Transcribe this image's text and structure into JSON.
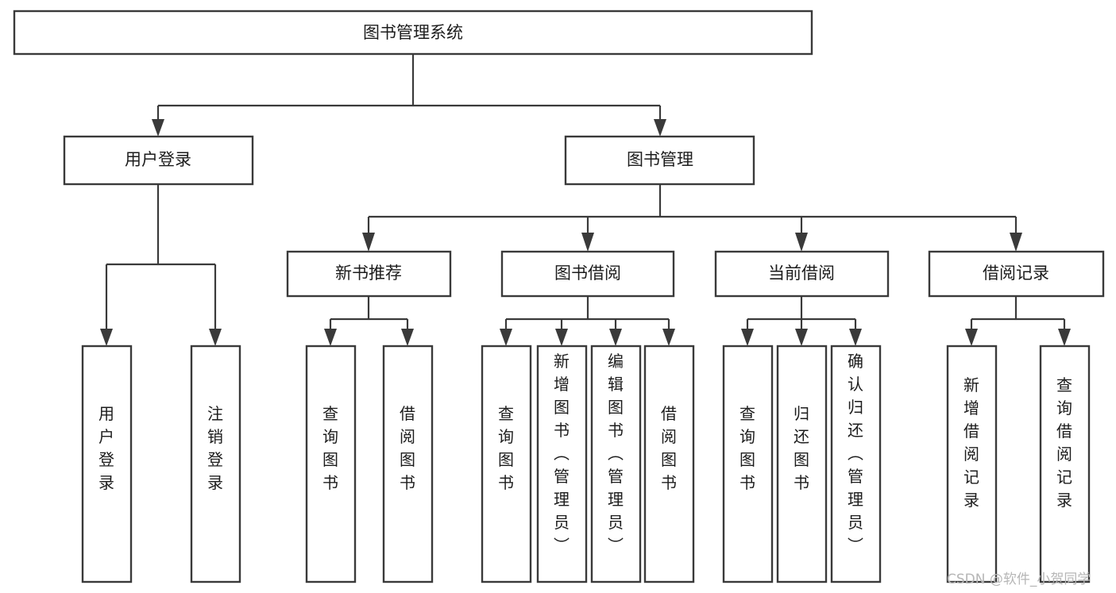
{
  "diagram": {
    "title": "图书管理系统",
    "type": "function-structure-tree",
    "orientation": "top-down",
    "background_color": "#ffffff",
    "box_stroke_color": "#3a3a3a",
    "box_fill_color": "#ffffff",
    "text_color": "#1c1c1c",
    "connector_color": "#3a3a3a",
    "levels": [
      {
        "level": 1,
        "nodes": [
          {
            "id": "root",
            "label": "图书管理系统",
            "text_orientation": "horizontal"
          }
        ]
      },
      {
        "level": 2,
        "nodes": [
          {
            "id": "user-login",
            "label": "用户登录",
            "text_orientation": "horizontal",
            "parent": "root"
          },
          {
            "id": "book-manage",
            "label": "图书管理",
            "text_orientation": "horizontal",
            "parent": "root"
          }
        ]
      },
      {
        "level": 3,
        "nodes": [
          {
            "id": "new-book-rec",
            "label": "新书推荐",
            "text_orientation": "horizontal",
            "parent": "book-manage"
          },
          {
            "id": "book-borrow",
            "label": "图书借阅",
            "text_orientation": "horizontal",
            "parent": "book-manage"
          },
          {
            "id": "current-borrow",
            "label": "当前借阅",
            "text_orientation": "horizontal",
            "parent": "book-manage"
          },
          {
            "id": "borrow-record",
            "label": "借阅记录",
            "text_orientation": "horizontal",
            "parent": "book-manage"
          }
        ]
      },
      {
        "level": 4,
        "nodes": [
          {
            "id": "leaf-user-login",
            "label": "用户登录",
            "text_orientation": "vertical",
            "parent": "user-login"
          },
          {
            "id": "leaf-logout",
            "label": "注销登录",
            "text_orientation": "vertical",
            "parent": "user-login"
          },
          {
            "id": "leaf-query-book-1",
            "label": "查询图书",
            "text_orientation": "vertical",
            "parent": "new-book-rec"
          },
          {
            "id": "leaf-borrow-book-1",
            "label": "借阅图书",
            "text_orientation": "vertical",
            "parent": "new-book-rec"
          },
          {
            "id": "leaf-query-book-2",
            "label": "查询图书",
            "text_orientation": "vertical",
            "parent": "book-borrow"
          },
          {
            "id": "leaf-add-book",
            "label": "新增图书（管理员）",
            "text_orientation": "vertical",
            "parent": "book-borrow"
          },
          {
            "id": "leaf-edit-book",
            "label": "编辑图书（管理员）",
            "text_orientation": "vertical",
            "parent": "book-borrow"
          },
          {
            "id": "leaf-borrow-book-2",
            "label": "借阅图书",
            "text_orientation": "vertical",
            "parent": "book-borrow"
          },
          {
            "id": "leaf-query-book-3",
            "label": "查询图书",
            "text_orientation": "vertical",
            "parent": "current-borrow"
          },
          {
            "id": "leaf-return-book",
            "label": "归还图书",
            "text_orientation": "vertical",
            "parent": "current-borrow"
          },
          {
            "id": "leaf-confirm-return",
            "label": "确认归还（管理员）",
            "text_orientation": "vertical",
            "parent": "current-borrow"
          },
          {
            "id": "leaf-add-record",
            "label": "新增借阅记录",
            "text_orientation": "vertical",
            "parent": "borrow-record"
          },
          {
            "id": "leaf-query-record",
            "label": "查询借阅记录",
            "text_orientation": "vertical",
            "parent": "borrow-record"
          }
        ]
      }
    ]
  },
  "watermark": {
    "text": "CSDN @软件_小贺同学",
    "color": "#b6b6b6"
  }
}
